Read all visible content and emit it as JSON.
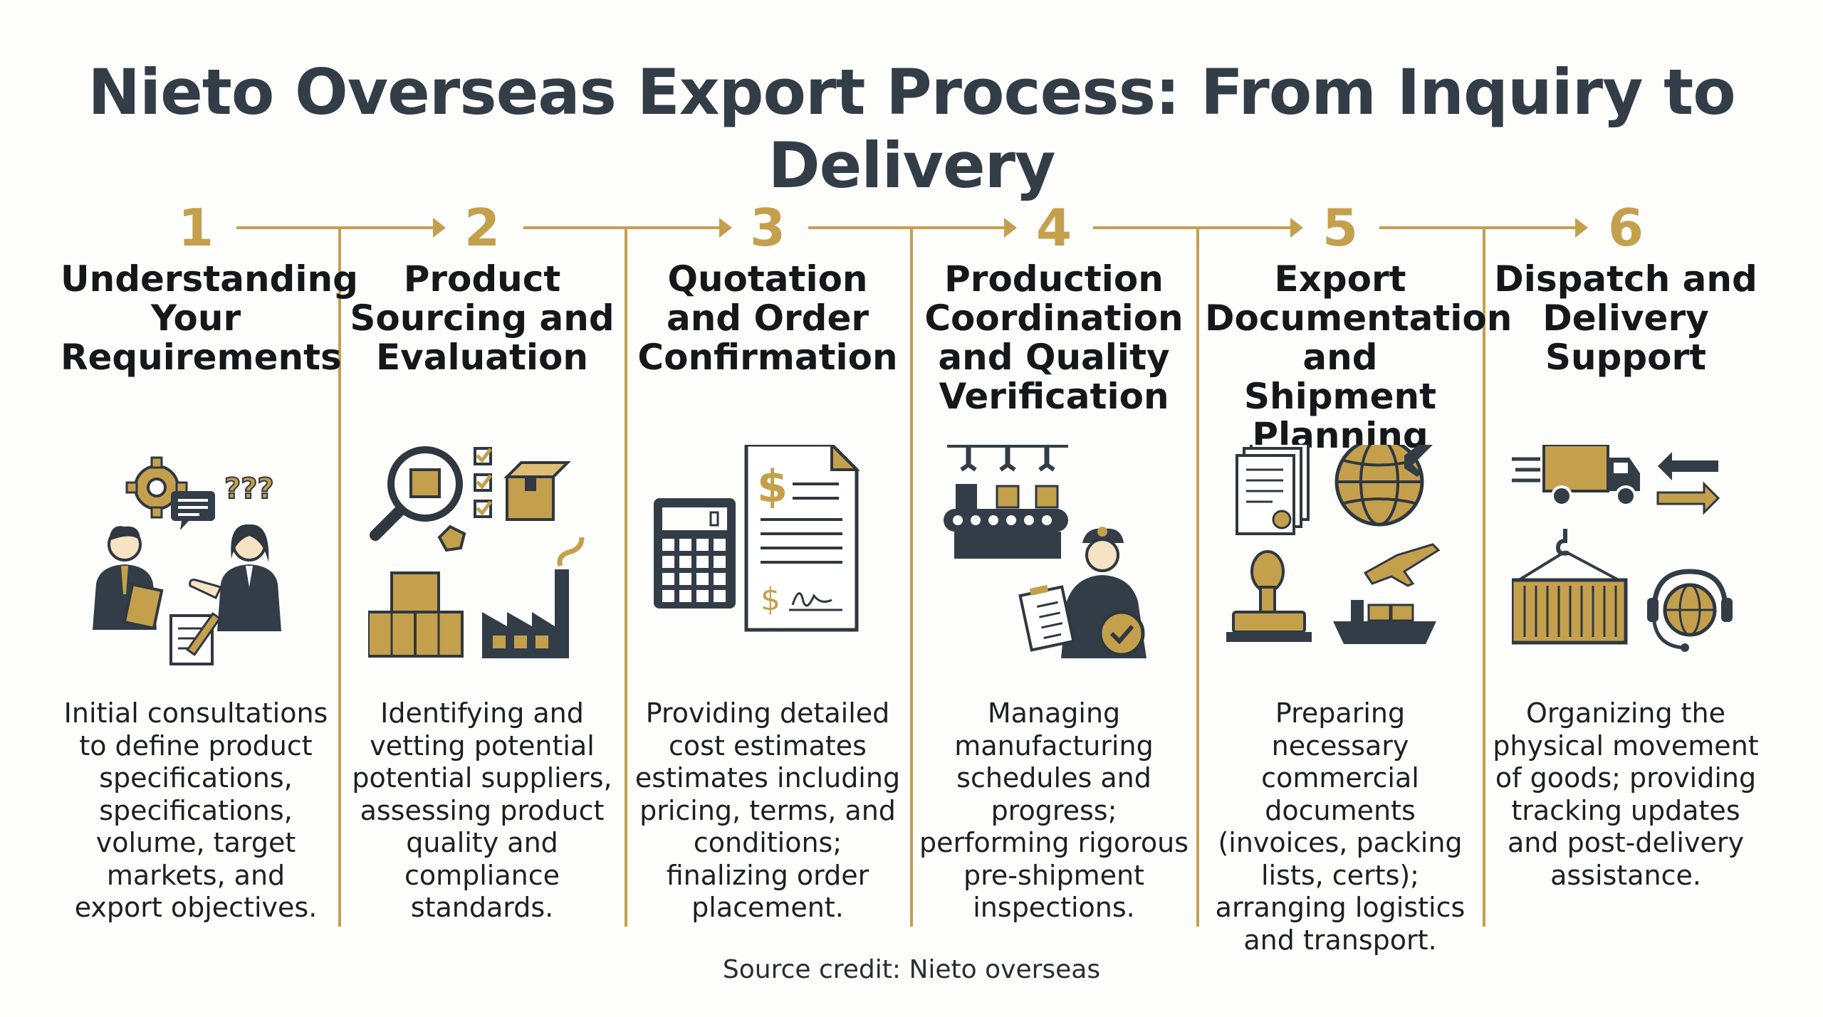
{
  "title": "Nieto Overseas Export Process: From Inquiry to Delivery",
  "steps": [
    {
      "number": "1",
      "title": "Understanding Your Requirements",
      "description": "Initial consultations to define product specifications, specifications, volume, target markets, and export objectives."
    },
    {
      "number": "2",
      "title": "Product Sourcing and Evaluation",
      "description": "Identifying and vetting potential potential suppliers, assessing product quality and compliance standards."
    },
    {
      "number": "3",
      "title": "Quotation and Order Confirmation",
      "description": "Providing detailed cost estimates estimates including pricing, terms, and conditions; finalizing order placement."
    },
    {
      "number": "4",
      "title": "Production Coordination and Quality Verification",
      "description": "Managing manufacturing schedules and progress; performing rigorous pre-shipment inspections."
    },
    {
      "number": "5",
      "title": "Export Documentation and Shipment Planning",
      "description": "Preparing necessary commercial documents (invoices, packing lists, certs); arranging logistics and transport."
    },
    {
      "number": "6",
      "title": "Dispatch and Delivery Support",
      "description": "Organizing the physical movement of goods; providing tracking updates and post-delivery assistance."
    }
  ],
  "icons": [
    [
      "consultation-people-icon",
      "gear-icon",
      "question-marks-icon",
      "chat-bubble-icon",
      "notepad-pencil-icon"
    ],
    [
      "magnifier-box-icon",
      "checklist-icon",
      "stacked-boxes-icon",
      "factory-icon"
    ],
    [
      "calculator-icon",
      "invoice-document-icon"
    ],
    [
      "assembly-line-icon",
      "inspector-clipboard-icon"
    ],
    [
      "documents-icon",
      "globe-plane-icon",
      "rubber-stamp-icon",
      "cargo-ship-plane-icon"
    ],
    [
      "delivery-truck-icon",
      "exchange-arrows-icon",
      "shipping-container-icon",
      "support-globe-headset-icon"
    ]
  ],
  "colors": {
    "accent": "#c4a04d",
    "dark": "#333d47",
    "text": "#15181b"
  },
  "credit": "Source credit: Nieto overseas"
}
